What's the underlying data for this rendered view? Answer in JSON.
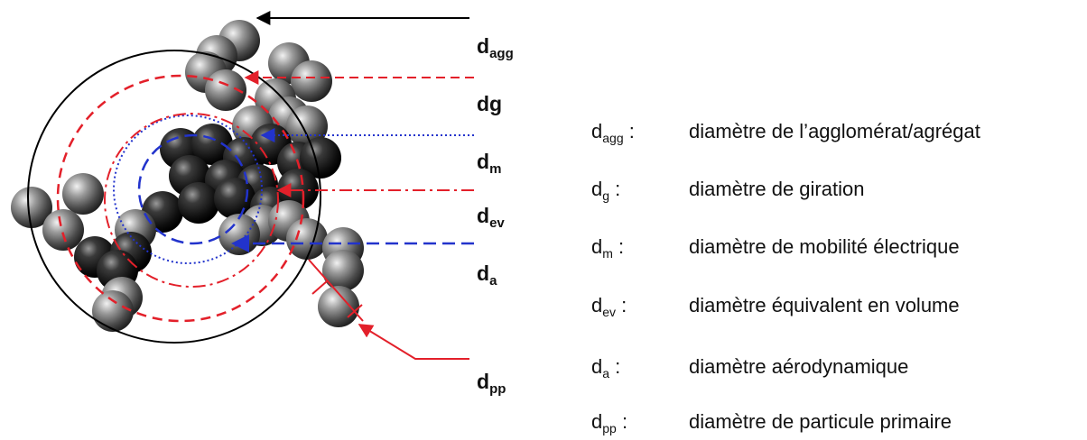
{
  "diagram_labels": [
    {
      "id": "agg",
      "base": "d",
      "sub": "agg"
    },
    {
      "id": "g",
      "base": "dg",
      "sub": ""
    },
    {
      "id": "m",
      "base": "d",
      "sub": "m"
    },
    {
      "id": "ev",
      "base": "d",
      "sub": "ev"
    },
    {
      "id": "a",
      "base": "d",
      "sub": "a"
    },
    {
      "id": "pp",
      "base": "d",
      "sub": "pp"
    }
  ],
  "legend": [
    {
      "base": "d",
      "sub": "agg",
      "sep": " :",
      "desc": "diamètre de l’agglomérat/agrégat"
    },
    {
      "base": "d",
      "sub": "g",
      "sep": " :",
      "desc": "diamètre de giration"
    },
    {
      "base": "d",
      "sub": "m",
      "sep": " :",
      "desc": "diamètre de mobilité électrique"
    },
    {
      "base": "d",
      "sub": "ev",
      "sep": " :",
      "desc": "diamètre équivalent en volume"
    },
    {
      "base": "d",
      "sub": "a",
      "sep": " :",
      "desc": "diamètre aérodynamique"
    },
    {
      "base": "d",
      "sub": "pp",
      "sep": " :",
      "desc": "diamètre de particule primaire"
    }
  ],
  "colors": {
    "agglomerate": "#000000",
    "gyration": "#e3202a",
    "mobility": "#2233cc",
    "volume": "#e3202a",
    "aerodynamic": "#2233cc",
    "primary": "#e3202a"
  }
}
